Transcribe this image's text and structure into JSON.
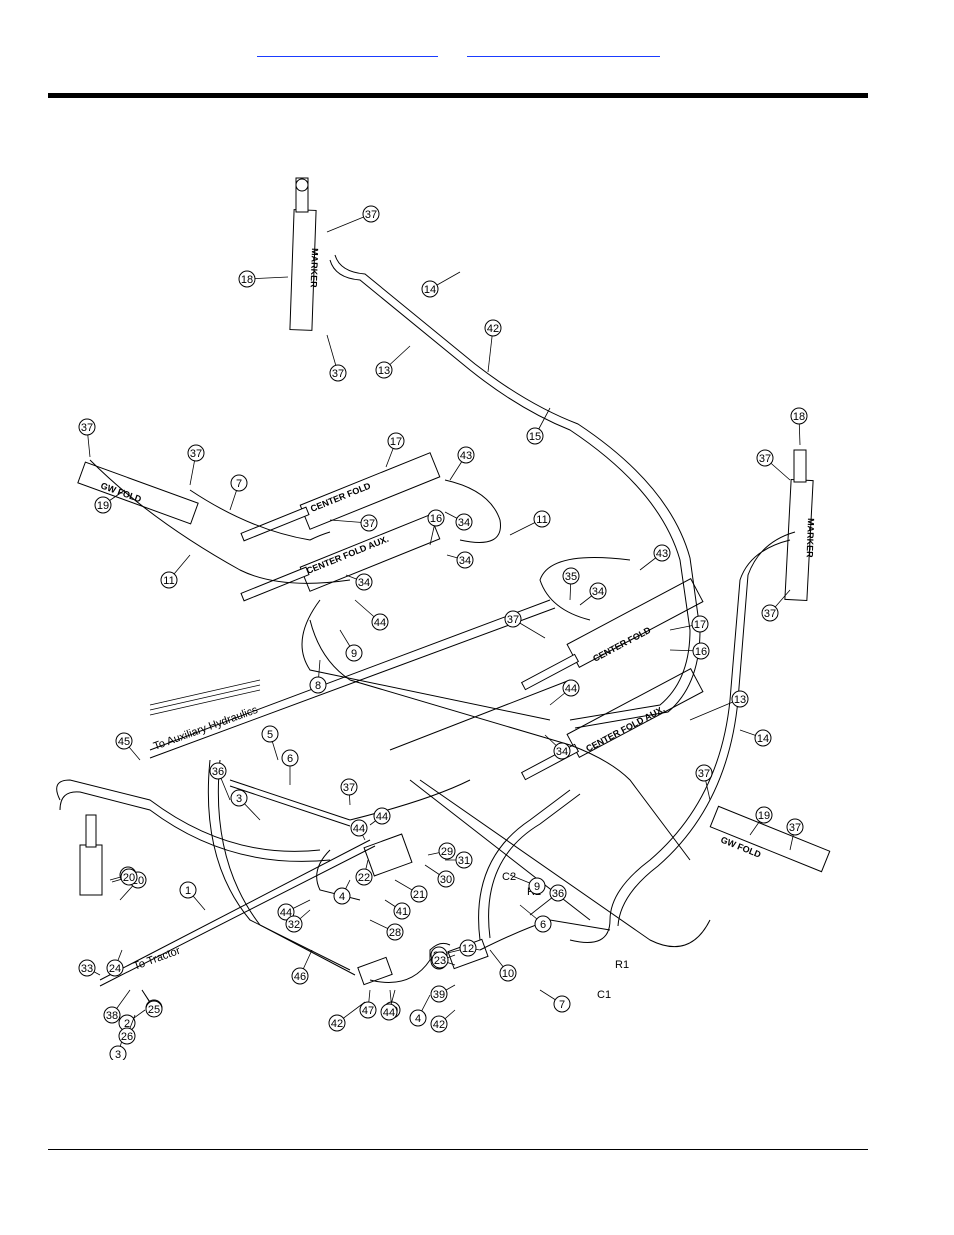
{
  "header": {
    "links": [
      {
        "text": ""
      },
      {
        "text": ""
      }
    ]
  },
  "diagram": {
    "cylinder_labels": {
      "marker": "MARKER",
      "center_fold": "CENTER FOLD",
      "center_fold_aux": "CENTER FOLD AUX.",
      "gw_fold": "GW FOLD"
    },
    "annotations": {
      "to_auxiliary_hydraulics": "To Auxiliary Hydraulics",
      "to_tractor": "To Tractor"
    },
    "port_labels": [
      "C2",
      "R2",
      "R1",
      "C1"
    ],
    "callouts": [
      "1",
      "2",
      "3",
      "4",
      "5",
      "6",
      "7",
      "8",
      "9",
      "10",
      "11",
      "12",
      "13",
      "14",
      "15",
      "16",
      "17",
      "18",
      "19",
      "20",
      "21",
      "22",
      "23",
      "24",
      "25",
      "26",
      "27",
      "28",
      "29",
      "30",
      "31",
      "32",
      "33",
      "34",
      "35",
      "36",
      "37",
      "38",
      "39",
      "40",
      "41",
      "42",
      "43",
      "44",
      "45",
      "46",
      "47"
    ]
  }
}
